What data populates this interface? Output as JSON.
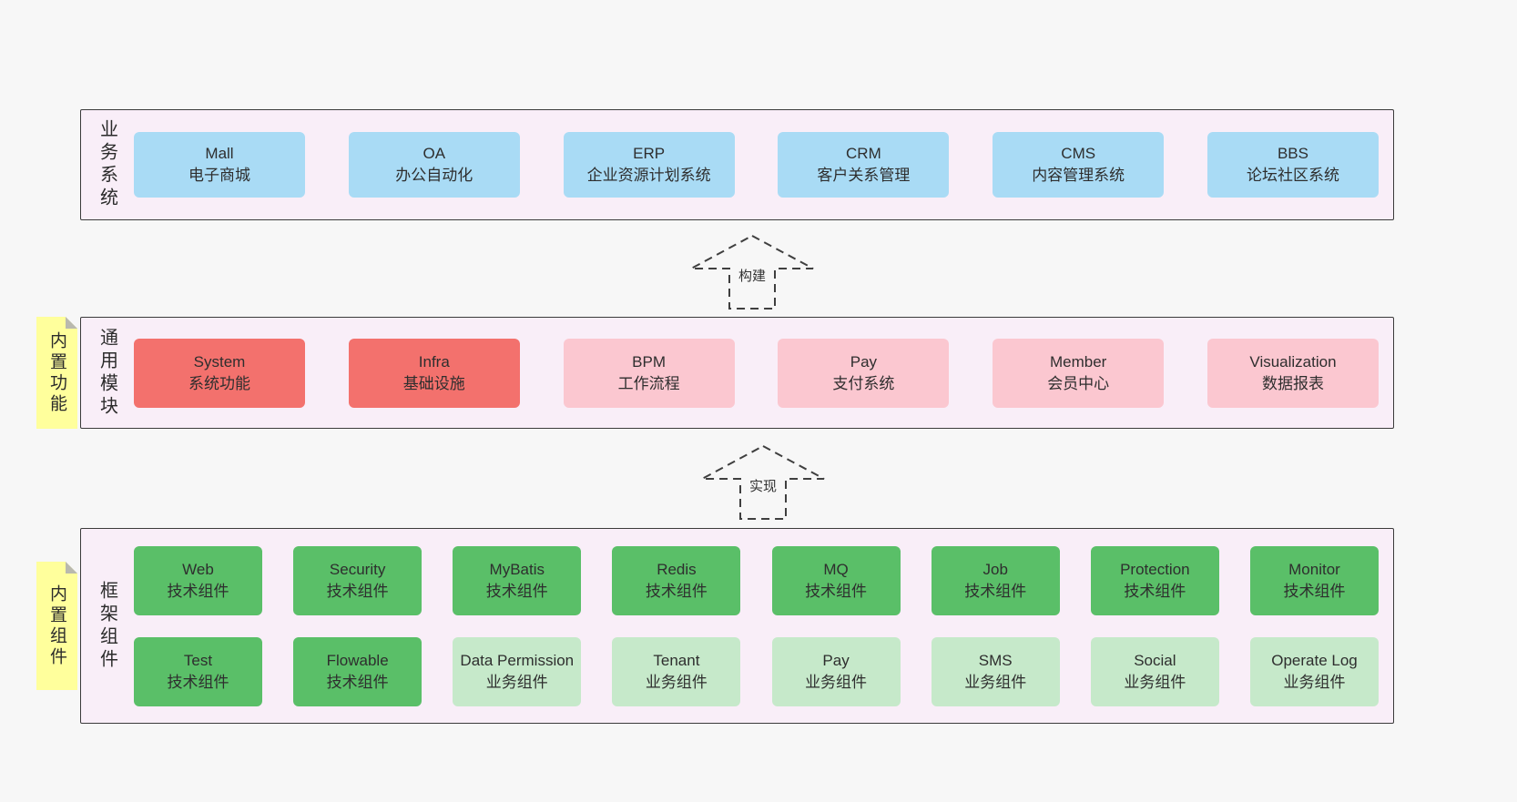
{
  "colors": {
    "page_bg": "#f7f7f7",
    "layer_bg": "#f9eef8",
    "layer_border": "#3b3b3b",
    "box_blue": "#a9dbf5",
    "box_red": "#f3716d",
    "box_pink": "#fbc7d0",
    "box_green": "#5abf68",
    "box_green_light": "#c6e9ca",
    "sticky_bg": "#ffff9c",
    "sticky_fold": "#b9b9ae"
  },
  "arrows": [
    {
      "label": "构建"
    },
    {
      "label": "实现"
    }
  ],
  "stickies": [
    {
      "label": "内置功能"
    },
    {
      "label": "内置组件"
    }
  ],
  "layers": [
    {
      "side_label": "业务系统",
      "boxes": [
        {
          "title": "Mall",
          "subtitle": "电子商城",
          "variant": "blue"
        },
        {
          "title": "OA",
          "subtitle": "办公自动化",
          "variant": "blue"
        },
        {
          "title": "ERP",
          "subtitle": "企业资源计划系统",
          "variant": "blue"
        },
        {
          "title": "CRM",
          "subtitle": "客户关系管理",
          "variant": "blue"
        },
        {
          "title": "CMS",
          "subtitle": "内容管理系统",
          "variant": "blue"
        },
        {
          "title": "BBS",
          "subtitle": "论坛社区系统",
          "variant": "blue"
        }
      ]
    },
    {
      "side_label": "通用模块",
      "boxes": [
        {
          "title": "System",
          "subtitle": "系统功能",
          "variant": "red"
        },
        {
          "title": "Infra",
          "subtitle": "基础设施",
          "variant": "red"
        },
        {
          "title": "BPM",
          "subtitle": "工作流程",
          "variant": "pink"
        },
        {
          "title": "Pay",
          "subtitle": "支付系统",
          "variant": "pink"
        },
        {
          "title": "Member",
          "subtitle": "会员中心",
          "variant": "pink"
        },
        {
          "title": "Visualization",
          "subtitle": "数据报表",
          "variant": "pink"
        }
      ]
    },
    {
      "side_label": "框架组件",
      "rows": [
        [
          {
            "title": "Web",
            "subtitle": "技术组件",
            "variant": "green"
          },
          {
            "title": "Security",
            "subtitle": "技术组件",
            "variant": "green"
          },
          {
            "title": "MyBatis",
            "subtitle": "技术组件",
            "variant": "green"
          },
          {
            "title": "Redis",
            "subtitle": "技术组件",
            "variant": "green"
          },
          {
            "title": "MQ",
            "subtitle": "技术组件",
            "variant": "green"
          },
          {
            "title": "Job",
            "subtitle": "技术组件",
            "variant": "green"
          },
          {
            "title": "Protection",
            "subtitle": "技术组件",
            "variant": "green"
          },
          {
            "title": "Monitor",
            "subtitle": "技术组件",
            "variant": "green"
          }
        ],
        [
          {
            "title": "Test",
            "subtitle": "技术组件",
            "variant": "green"
          },
          {
            "title": "Flowable",
            "subtitle": "技术组件",
            "variant": "green"
          },
          {
            "title": "Data Permission",
            "subtitle": "业务组件",
            "variant": "green-light"
          },
          {
            "title": "Tenant",
            "subtitle": "业务组件",
            "variant": "green-light"
          },
          {
            "title": "Pay",
            "subtitle": "业务组件",
            "variant": "green-light"
          },
          {
            "title": "SMS",
            "subtitle": "业务组件",
            "variant": "green-light"
          },
          {
            "title": "Social",
            "subtitle": "业务组件",
            "variant": "green-light"
          },
          {
            "title": "Operate Log",
            "subtitle": "业务组件",
            "variant": "green-light"
          }
        ]
      ]
    }
  ]
}
